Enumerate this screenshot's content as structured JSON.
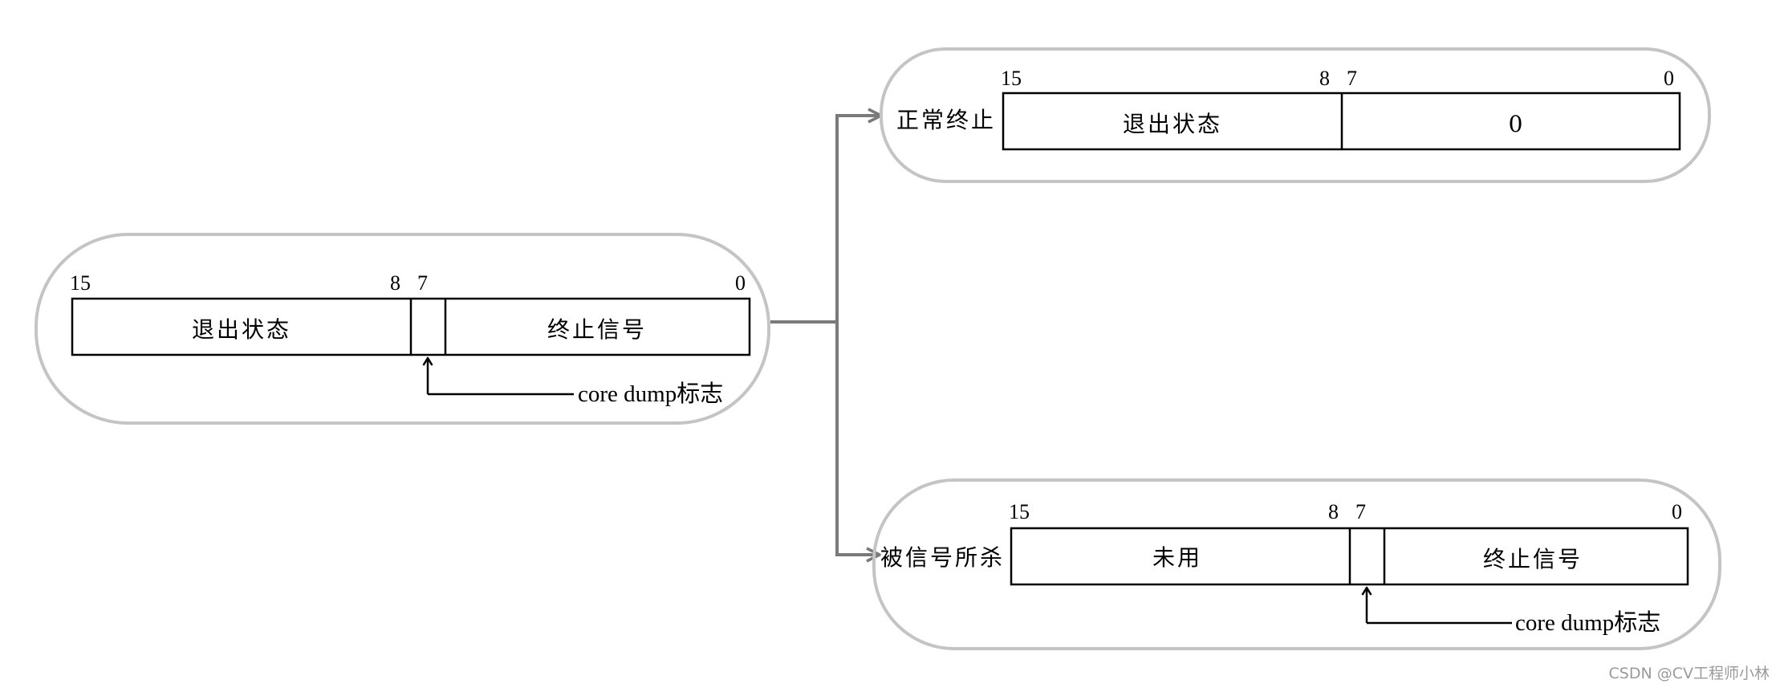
{
  "main_panel": {
    "bit_labels": {
      "high": "15",
      "mid_high": "8",
      "mid_low": "7",
      "low": "0"
    },
    "field_high": "退出状态",
    "field_low": "终止信号",
    "core_dump_label": "core dump标志"
  },
  "normal_panel": {
    "case_label": "正常终止",
    "bit_labels": {
      "high": "15",
      "mid_high": "8",
      "mid_low": "7",
      "low": "0"
    },
    "field_high": "退出状态",
    "field_low": "0"
  },
  "signal_panel": {
    "case_label": "被信号所杀",
    "bit_labels": {
      "high": "15",
      "mid_high": "8",
      "mid_low": "7",
      "low": "0"
    },
    "field_high": "未用",
    "field_low": "终止信号",
    "core_dump_label": "core dump标志"
  },
  "watermark": "CSDN @CV工程师小林",
  "colors": {
    "panel_border": "#c4c4c4",
    "connector": "#7a7a7a",
    "box_stroke": "#000000"
  }
}
